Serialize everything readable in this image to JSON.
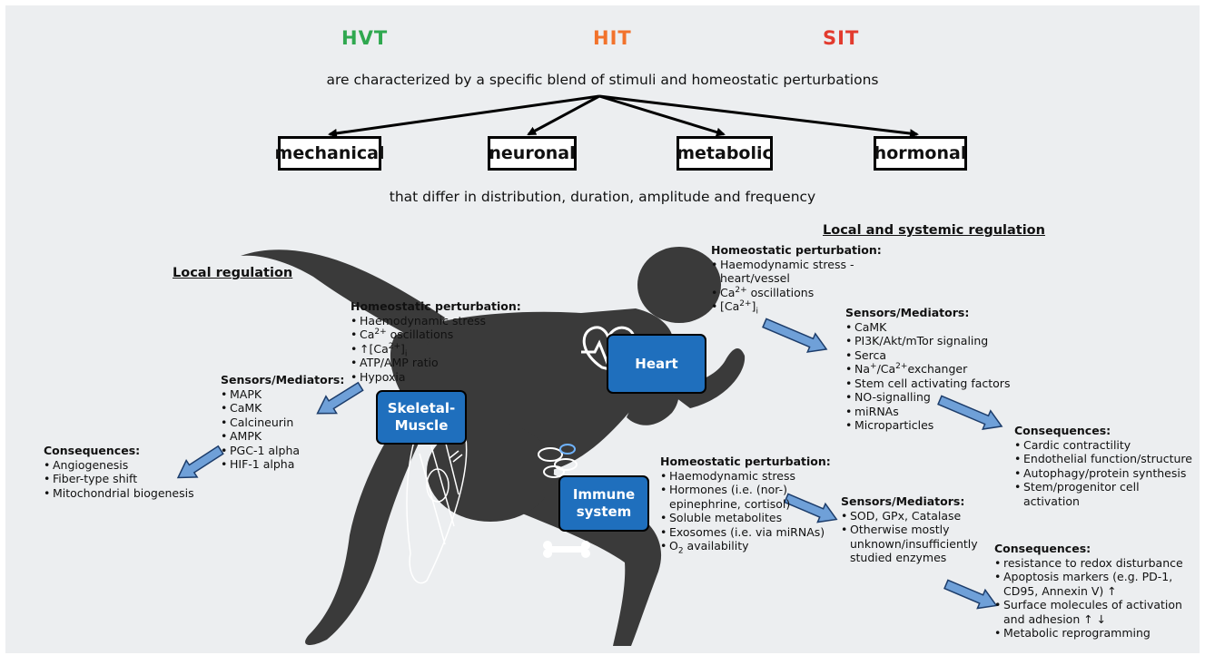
{
  "training_types": [
    {
      "label": "HVT",
      "color": "#2fa84f"
    },
    {
      "label": "HIT",
      "color": "#f2722b"
    },
    {
      "label": "SIT",
      "color": "#e23b2e"
    }
  ],
  "line1": "are characterized by a specific blend of stimuli and homeostatic perturbations",
  "stimuli": [
    "mechanical",
    "neuronal",
    "metabolic",
    "hormonal"
  ],
  "line2": "that differ in distribution, duration, amplitude and frequency",
  "headings": {
    "local": "Local regulation",
    "systemic": "Local and systemic regulation"
  },
  "organs": {
    "muscle": "Skeletal-\nMuscle",
    "heart": "Heart",
    "immune": "Immune\nsystem"
  },
  "muscle": {
    "perturbation": {
      "title": "Homeostatic perturbation:",
      "items": [
        "Haemodynamic stress",
        "Ca2+ oscillations",
        "↑[Ca2+]i",
        "ATP/AMP ratio",
        "Hypoxia"
      ]
    },
    "sensors": {
      "title": "Sensors/Mediators:",
      "items": [
        "MAPK",
        "CaMK",
        "Calcineurin",
        "AMPK",
        "PGC-1 alpha",
        "HIF-1 alpha"
      ]
    },
    "consequences": {
      "title": "Consequences:",
      "items": [
        "Angiogenesis",
        "Fiber-type shift",
        "Mitochondrial biogenesis"
      ]
    }
  },
  "heart": {
    "perturbation": {
      "title": "Homeostatic perturbation:",
      "items": [
        "Haemodynamic stress -",
        "heart/vessel",
        "Ca2+ oscillations",
        "[Ca2+]i"
      ]
    },
    "sensors": {
      "title": "Sensors/Mediators:",
      "items": [
        "CaMK",
        "PI3K/Akt/mTor signaling",
        "Serca",
        "Na+/Ca2+exchanger",
        "Stem cell activating factors",
        "NO-signalling",
        "miRNAs",
        "Microparticles"
      ]
    },
    "consequences": {
      "title": "Consequences:",
      "items": [
        "Cardic contractility",
        "Endothelial function/structure",
        "Autophagy/protein synthesis",
        "Stem/progenitor cell",
        "activation"
      ]
    }
  },
  "immune": {
    "perturbation": {
      "title": "Homeostatic perturbation:",
      "items": [
        "Haemodynamic stress",
        "Hormones (i.e. (nor-)",
        "epinephrine, cortisol)",
        "Soluble metabolites",
        "Exosomes (i.e. via miRNAs)",
        "O2 availability"
      ]
    },
    "sensors": {
      "title": "Sensors/Mediators:",
      "items": [
        "SOD, GPx, Catalase",
        "Otherwise mostly",
        "unknown/insufficiently",
        "studied enzymes"
      ]
    },
    "consequences": {
      "title": "Consequences:",
      "items": [
        "resistance to redox disturbance",
        "Apoptosis markers (e.g. PD-1,",
        "CD95, Annexin V) ↑",
        "Surface molecules of activation",
        "and adhesion ↑ ↓",
        "Metabolic reprogramming"
      ]
    }
  },
  "colors": {
    "organ_box": "#1f6fbd",
    "arrow_fill": "#6fa0d8",
    "silhouette": "#3a3a3a",
    "panel": "#eceef0"
  }
}
